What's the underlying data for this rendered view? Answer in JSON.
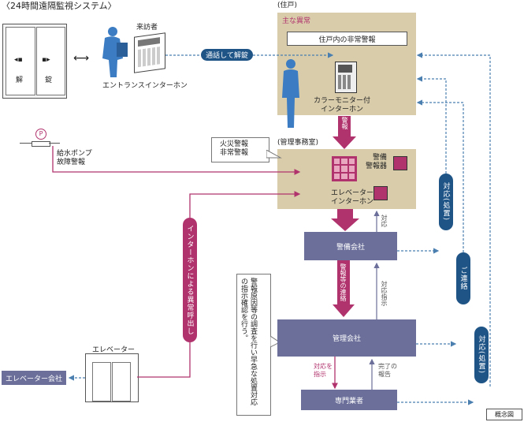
{
  "title": "〈24時間遠隔監視システム〉",
  "residence_label": "(住戸)",
  "main_alarm_label": "主な異常",
  "inunit_alarm": "住戸内の非常警報",
  "color_monitor": "カラーモニター付\nインターホン",
  "visitor": "来訪者",
  "entrance_intercom": "エントランスインターホン",
  "door_left": "解",
  "door_right": "錠",
  "call_unlock": "通話して解錠",
  "alarm_arrow": "警報",
  "management_office": "(管理事務室)",
  "fire_alarm": "火災警報\n非常警報",
  "security_alarm_device": "警備\n警報器",
  "elevator_intercom": "エレベーター\nインターホン",
  "pump_symbol": "P",
  "pump_alarm": "給水ポンプ\n故障警報",
  "intercom_abnormal_call": "インターホンによる異常呼出し",
  "security_company": "警備会社",
  "alarm_contact": "警報等の連絡",
  "response": "対応",
  "response_instruction": "対応指示",
  "investigation_note": "警報原因等の調査を行い早急な処置対応の指示確認を行う。",
  "management_company": "管理会社",
  "instruct_response": "対応を\n指示",
  "completion_report": "完了の\n報告",
  "specialist": "専門業者",
  "elevator": "エレベーター",
  "elevator_company": "エレベーター会社",
  "response_action_1": "対応(処置)",
  "contact": "ご連絡",
  "response_action_2": "対応(処置)",
  "concept_label": "概念図",
  "colors": {
    "tan": "#d8ccab",
    "navy": "#6b6f9a",
    "magenta": "#b1336d",
    "blue_pill": "#1f5487",
    "dash": "#4a7fb0"
  }
}
